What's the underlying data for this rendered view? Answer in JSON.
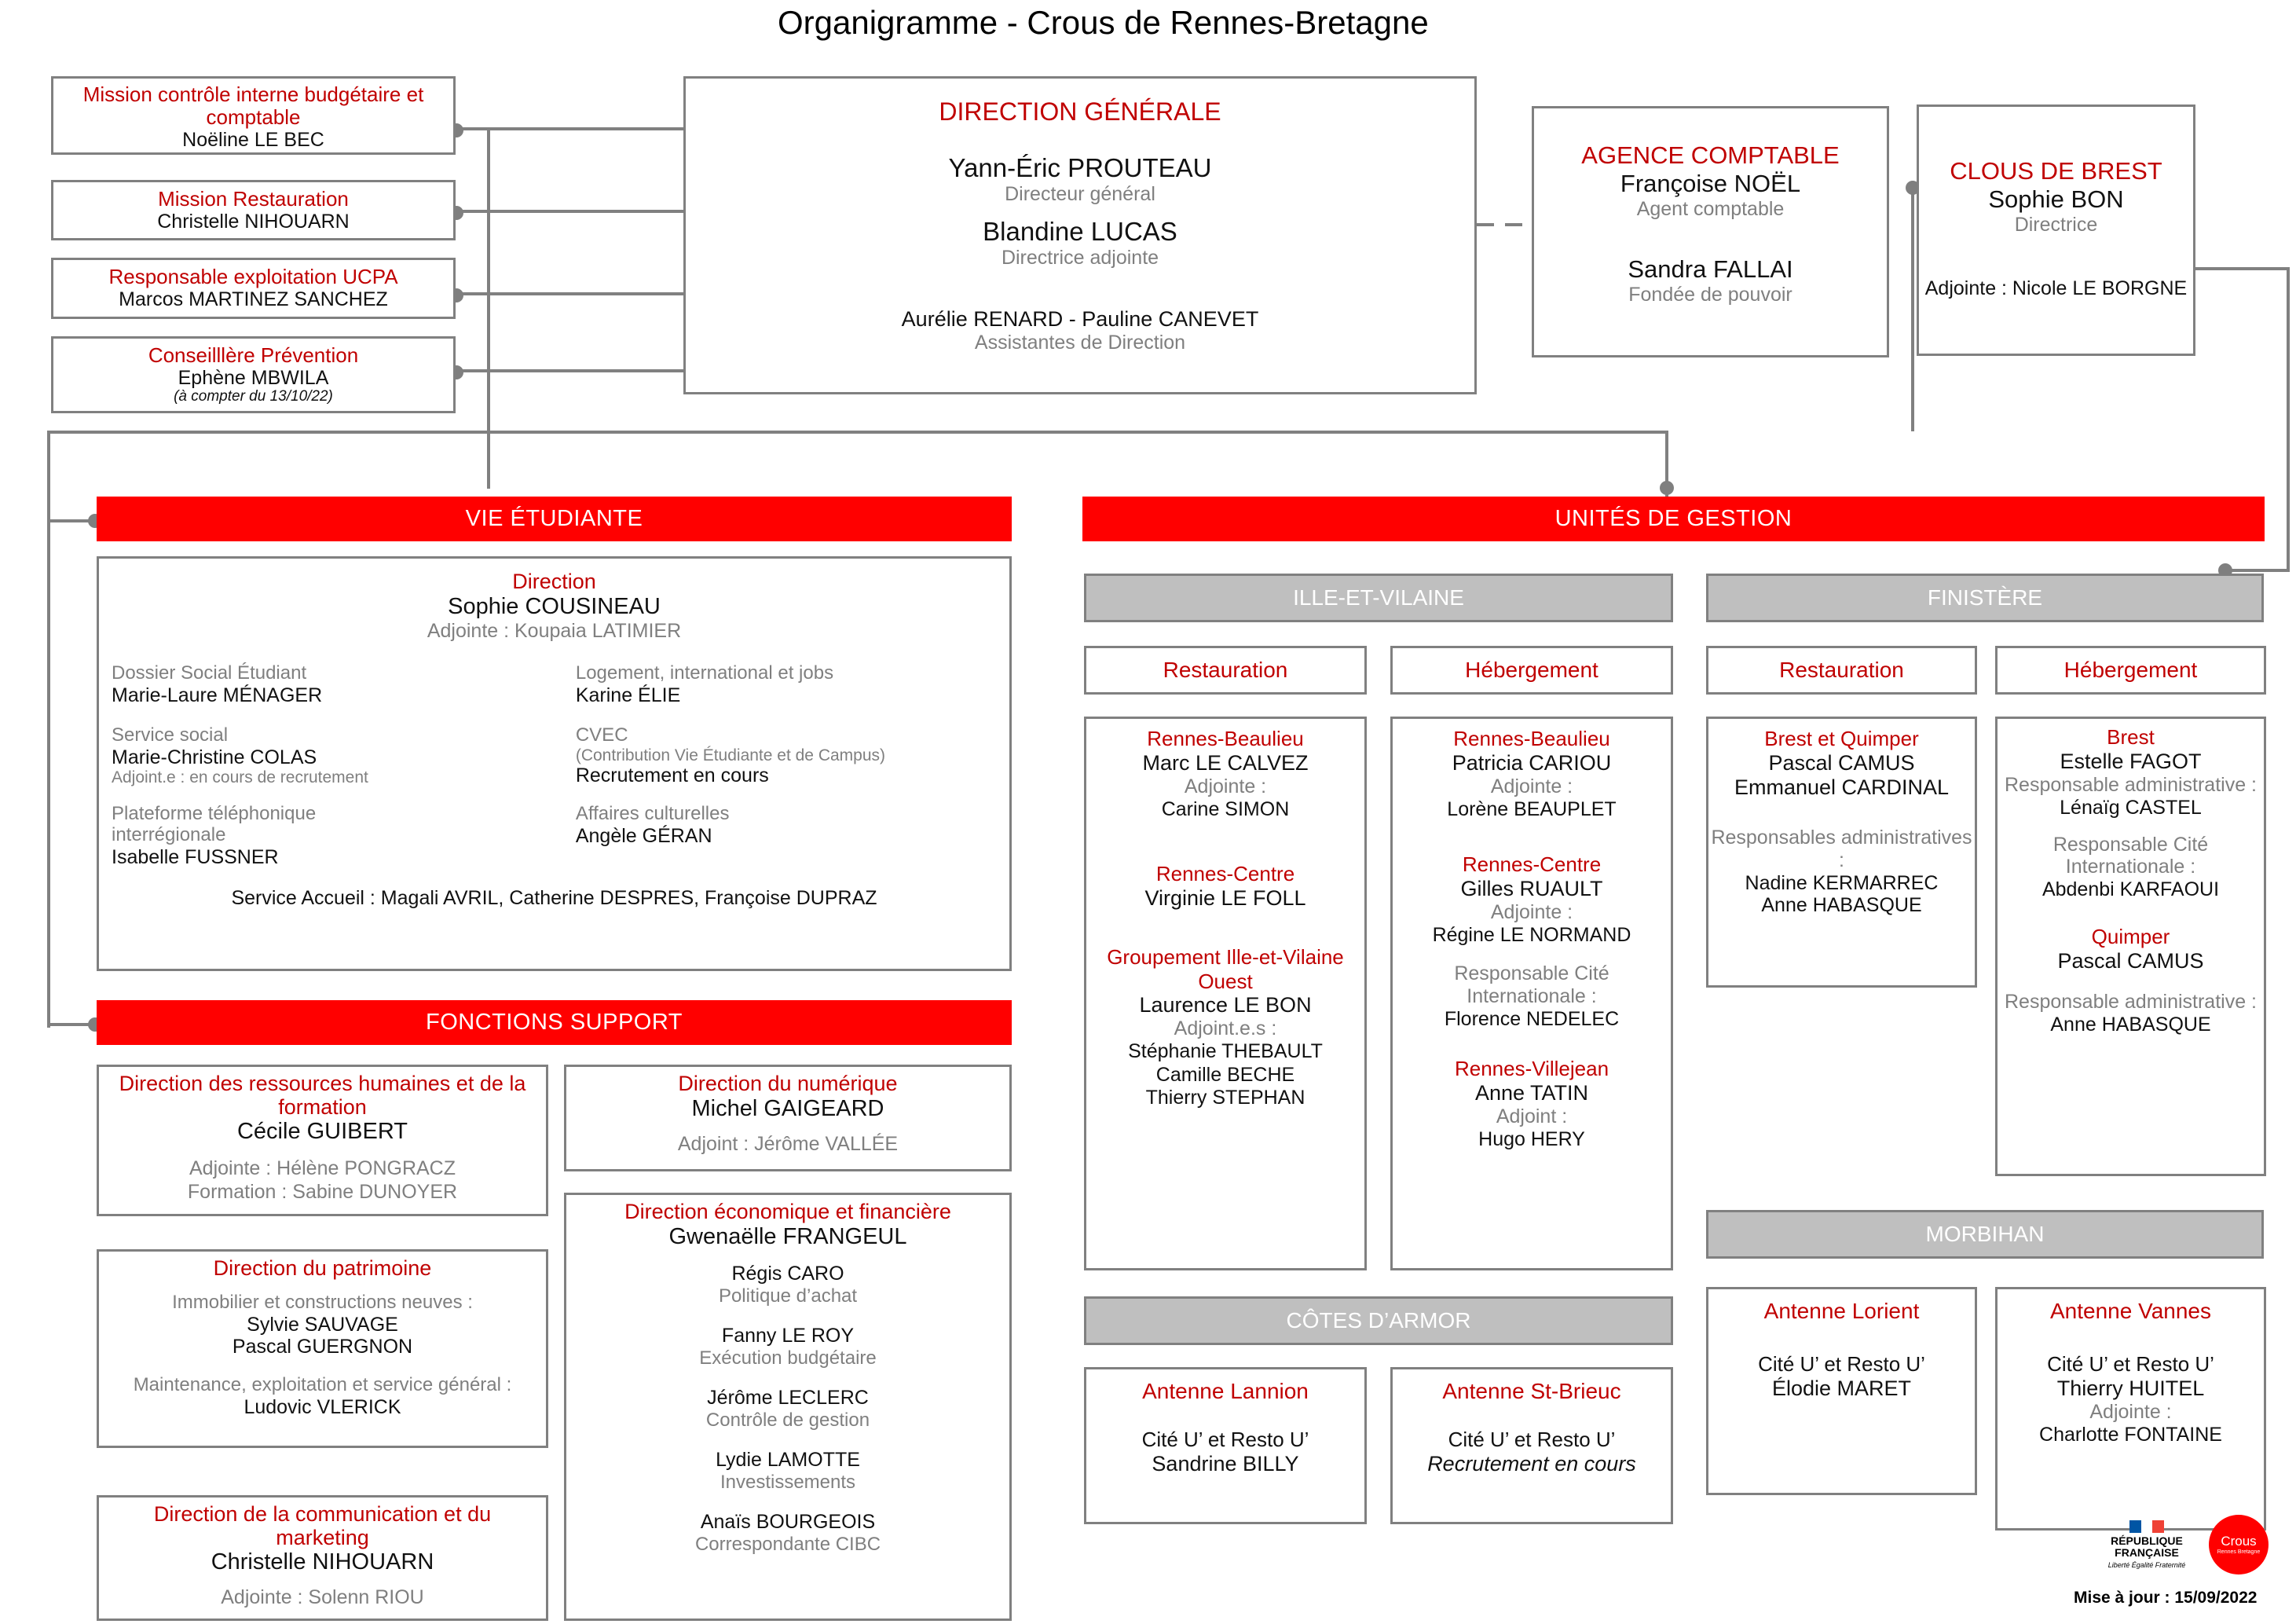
{
  "title": "Organigramme - Crous de Rennes-Bretagne",
  "footer": {
    "update_label": "Mise à jour : 15/09/2022",
    "logo_republique": "RÉPUBLIQUE FRANÇAISE",
    "logo_devise": "Liberté Égalité Fraternité",
    "logo_crous": "Crous",
    "logo_crous_sub": "Rennes Bretagne"
  },
  "colors": {
    "accent_red": "#FF0000",
    "title_red": "#E30613",
    "dept_grey": "#BFBFBF",
    "line_grey": "#808080"
  },
  "left_missions": [
    {
      "title": "Mission contrôle interne budgétaire et comptable",
      "name": "Noëline LE BEC",
      "note": ""
    },
    {
      "title": "Mission Restauration",
      "name": "Christelle NIHOUARN",
      "note": ""
    },
    {
      "title": "Responsable exploitation UCPA",
      "name": "Marcos MARTINEZ SANCHEZ",
      "note": ""
    },
    {
      "title": "Conseilllère Prévention",
      "name": "Ephène MBWILA",
      "note": "(à compter du 13/10/22)"
    }
  ],
  "direction_generale": {
    "title": "DIRECTION GÉNÉRALE",
    "people": [
      {
        "name": "Yann-Éric PROUTEAU",
        "role": "Directeur général"
      },
      {
        "name": "Blandine LUCAS",
        "role": "Directrice adjointe"
      }
    ],
    "assistants_names": "Aurélie RENARD - Pauline CANEVET",
    "assistants_role": "Assistantes de Direction"
  },
  "agence_comptable": {
    "title": "AGENCE COMPTABLE",
    "people": [
      {
        "name": "Françoise NOËL",
        "role": "Agent comptable"
      },
      {
        "name": "Sandra FALLAI",
        "role": "Fondée de pouvoir"
      }
    ]
  },
  "clous_brest": {
    "title": "CLOUS DE BREST",
    "name": "Sophie BON",
    "role": "Directrice",
    "adjointe": "Adjointe : Nicole LE BORGNE"
  },
  "vie_etudiante": {
    "band": "VIE ÉTUDIANTE",
    "direction_label": "Direction",
    "direction_name": "Sophie COUSINEAU",
    "direction_adjointe": "Adjointe : Koupaia LATIMIER",
    "columns": [
      [
        {
          "label": "Dossier Social Étudiant",
          "name": "Marie-Laure MÉNAGER",
          "sub": ""
        },
        {
          "label": "Service social",
          "name": "Marie-Christine COLAS",
          "sub": "Adjoint.e : en cours de recrutement"
        },
        {
          "label": "Plateforme téléphonique interrégionale",
          "name": "Isabelle FUSSNER",
          "sub": ""
        }
      ],
      [
        {
          "label": "Logement, international et jobs",
          "name": "Karine ÉLIE",
          "sub": ""
        },
        {
          "label": "CVEC",
          "sublabel": "(Contribution Vie Étudiante et de Campus)",
          "name": "Recrutement en cours",
          "sub": ""
        },
        {
          "label": "Affaires culturelles",
          "name": "Angèle GÉRAN",
          "sub": ""
        }
      ]
    ],
    "accueil": "Service Accueil : Magali AVRIL, Catherine DESPRES, Françoise DUPRAZ"
  },
  "fonctions_support": {
    "band": "FONCTIONS SUPPORT",
    "rh": {
      "title": "Direction des ressources humaines et de la formation",
      "name": "Cécile GUIBERT",
      "lines": [
        "Adjointe : Hélène PONGRACZ",
        "Formation : Sabine DUNOYER"
      ]
    },
    "patrimoine": {
      "title": "Direction du patrimoine",
      "groups": [
        {
          "label": "Immobilier et constructions neuves :",
          "names": [
            "Sylvie SAUVAGE",
            "Pascal GUERGNON"
          ]
        },
        {
          "label": "Maintenance, exploitation et service général :",
          "names": [
            "Ludovic VLERICK"
          ]
        }
      ]
    },
    "communication": {
      "title": "Direction de la communication et du marketing",
      "name": "Christelle NIHOUARN",
      "lines": [
        "Adjointe : Solenn RIOU"
      ]
    },
    "numerique": {
      "title": "Direction du numérique",
      "name": "Michel GAIGEARD",
      "lines": [
        "Adjoint : Jérôme VALLÉE"
      ]
    },
    "economique": {
      "title": "Direction économique et financière",
      "name": "Gwenaëlle FRANGEUL",
      "people": [
        {
          "name": "Régis CARO",
          "role": "Politique d’achat"
        },
        {
          "name": "Fanny LE ROY",
          "role": "Exécution budgétaire"
        },
        {
          "name": "Jérôme LECLERC",
          "role": "Contrôle de gestion"
        },
        {
          "name": "Lydie LAMOTTE",
          "role": "Investissements"
        },
        {
          "name": "Anaïs BOURGEOIS",
          "role": "Correspondante CIBC"
        }
      ]
    }
  },
  "unites_gestion": {
    "band": "UNITÉS DE GESTION",
    "ille_et_vilaine": {
      "name": "ILLE-ET-VILAINE",
      "restauration_label": "Restauration",
      "hebergement_label": "Hébergement",
      "restauration": [
        {
          "site": "Rennes-Beaulieu",
          "name": "Marc LE CALVEZ",
          "sub_label": "Adjointe :",
          "sub_names": [
            "Carine SIMON"
          ]
        },
        {
          "site": "Rennes-Centre",
          "name": "Virginie LE FOLL",
          "sub_label": "",
          "sub_names": []
        },
        {
          "site": "Groupement Ille-et-Vilaine Ouest",
          "name": "Laurence LE BON",
          "sub_label": "Adjoint.e.s :",
          "sub_names": [
            "Stéphanie THEBAULT",
            "Camille BECHE",
            "Thierry STEPHAN"
          ]
        }
      ],
      "hebergement": [
        {
          "site": "Rennes-Beaulieu",
          "name": "Patricia CARIOU",
          "sub_label": "Adjointe :",
          "sub_names": [
            "Lorène BEAUPLET"
          ]
        },
        {
          "site": "Rennes-Centre",
          "name": "Gilles RUAULT",
          "sub_label": "Adjointe :",
          "sub_names": [
            "Régine LE NORMAND"
          ],
          "extra_label": "Responsable Cité Internationale :",
          "extra_names": [
            "Florence NEDELEC"
          ]
        },
        {
          "site": "Rennes-Villejean",
          "name": "Anne TATIN",
          "sub_label": "Adjoint :",
          "sub_names": [
            "Hugo HERY"
          ]
        }
      ]
    },
    "finistere": {
      "name": "FINISTÈRE",
      "restauration_label": "Restauration",
      "hebergement_label": "Hébergement",
      "restauration": [
        {
          "site": "Brest et Quimper",
          "names": [
            "Pascal CAMUS",
            "Emmanuel CARDINAL"
          ],
          "sub_label": "Responsables administratives :",
          "sub_names": [
            "Nadine KERMARREC",
            "Anne HABASQUE"
          ]
        }
      ],
      "hebergement": [
        {
          "site": "Brest",
          "names": [
            "Estelle FAGOT"
          ],
          "blocks": [
            {
              "label": "Responsable administrative :",
              "names": [
                "Lénaïg CASTEL"
              ]
            },
            {
              "label": "Responsable Cité Internationale :",
              "names": [
                "Abdenbi KARFAOUI"
              ]
            }
          ]
        },
        {
          "site": "Quimper",
          "names": [
            "Pascal CAMUS"
          ],
          "blocks": [
            {
              "label": "Responsable administrative :",
              "names": [
                "Anne HABASQUE"
              ]
            }
          ]
        }
      ]
    },
    "cotes_darmor": {
      "name": "CÔTES D’ARMOR",
      "antennes": [
        {
          "title": "Antenne Lannion",
          "sub": "Cité U’ et Resto U’",
          "name": "Sandrine BILLY",
          "italic": false
        },
        {
          "title": "Antenne St-Brieuc",
          "sub": "Cité U’ et Resto U’",
          "name": "Recrutement en cours",
          "italic": true
        }
      ]
    },
    "morbihan": {
      "name": "MORBIHAN",
      "antennes": [
        {
          "title": "Antenne Lorient",
          "sub": "Cité U’ et Resto U’",
          "name": "Élodie MARET",
          "extra": []
        },
        {
          "title": "Antenne Vannes",
          "sub": "Cité U’ et Resto U’",
          "name": "Thierry HUITEL",
          "extra": [
            "Adjointe :",
            "Charlotte FONTAINE"
          ]
        }
      ]
    }
  }
}
